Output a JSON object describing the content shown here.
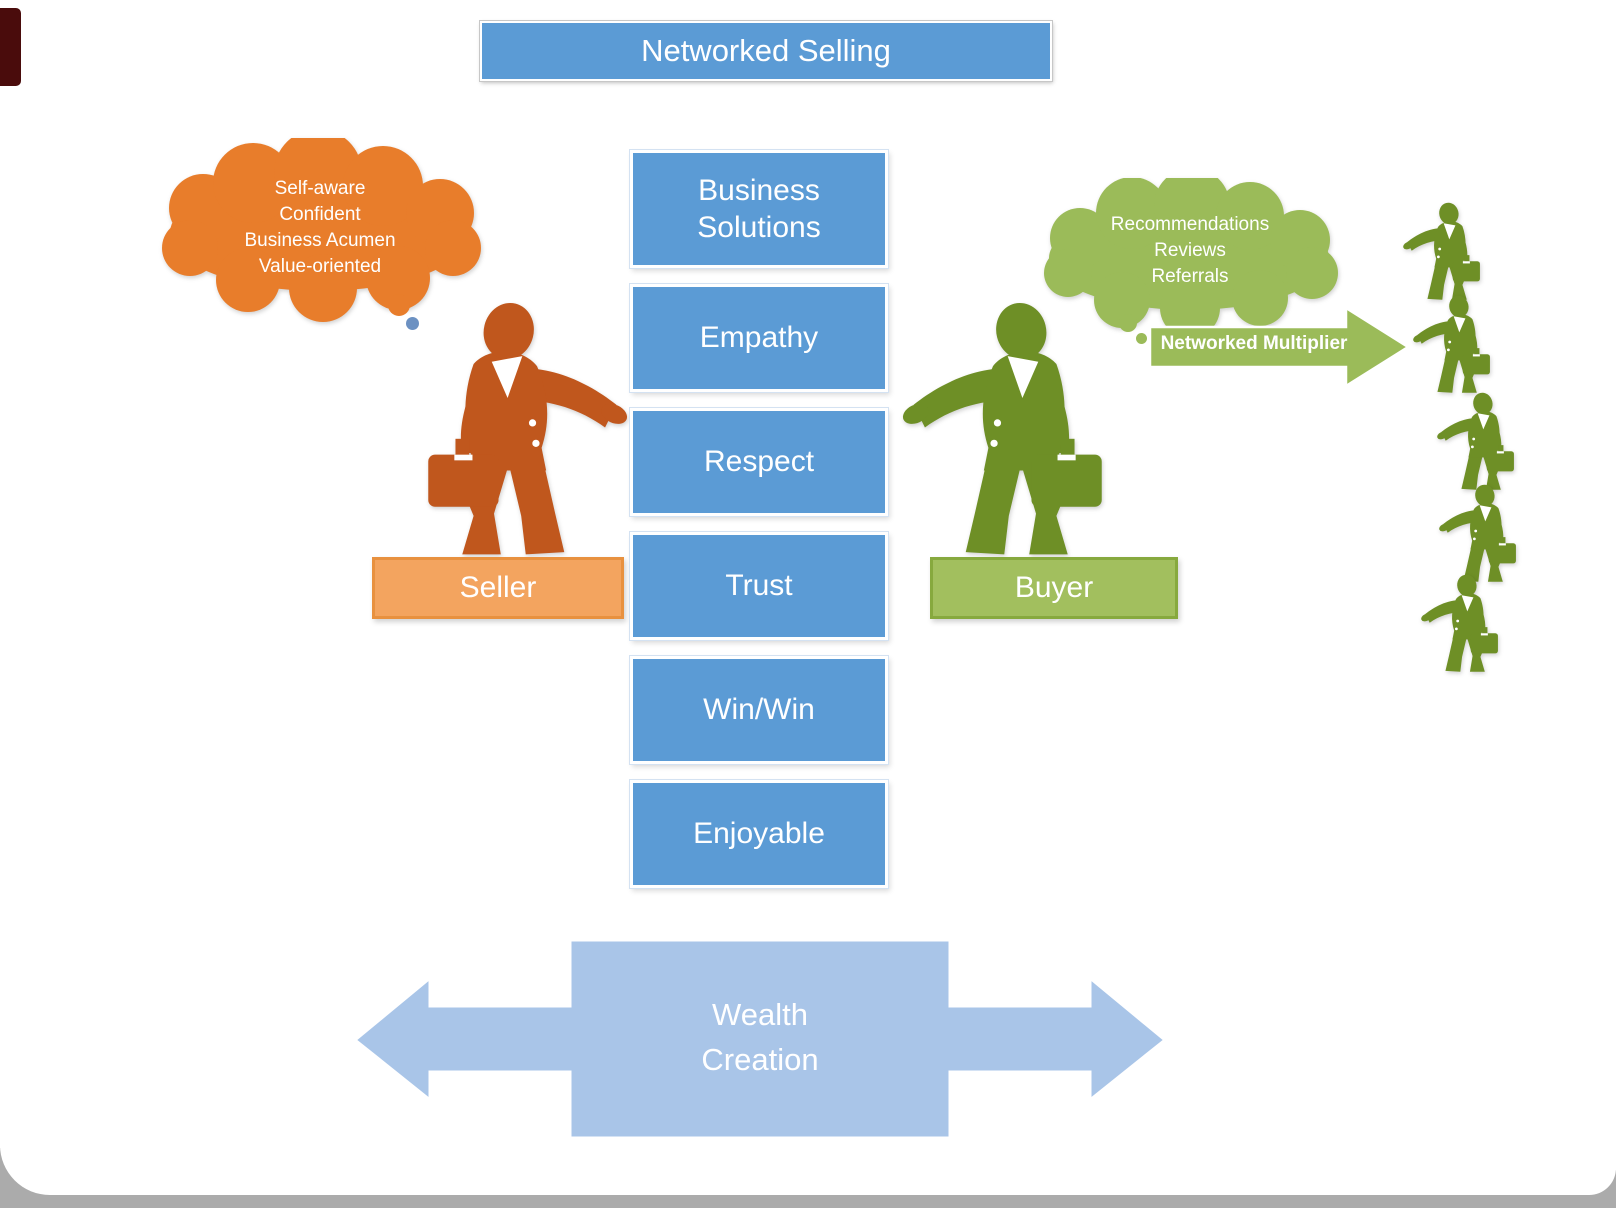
{
  "title": "Networked Selling",
  "seller": {
    "label": "Seller",
    "thought_lines": [
      "Self-aware",
      "Confident",
      "Business Acumen",
      "Value-oriented"
    ]
  },
  "buyer": {
    "label": "Buyer",
    "thought_lines": [
      "Recommendations",
      "Reviews",
      "Referrals"
    ]
  },
  "relationship_values": [
    "Business Solutions",
    "Empathy",
    "Respect",
    "Trust",
    "Win/Win",
    "Enjoyable"
  ],
  "multiplier": {
    "label": "Networked Multiplier",
    "network_figure_count": 5
  },
  "outcome": "Wealth Creation",
  "colors": {
    "primary_blue": "#5B9BD5",
    "light_blue": "#A9C5E8",
    "seller_orange_figure": "#C0571D",
    "seller_fill": "#F3A45F",
    "cloud_orange": "#E87D2B",
    "buyer_green_figure": "#6E8F26",
    "buyer_fill": "#A2BF5E",
    "cloud_green": "#9BBB59"
  }
}
